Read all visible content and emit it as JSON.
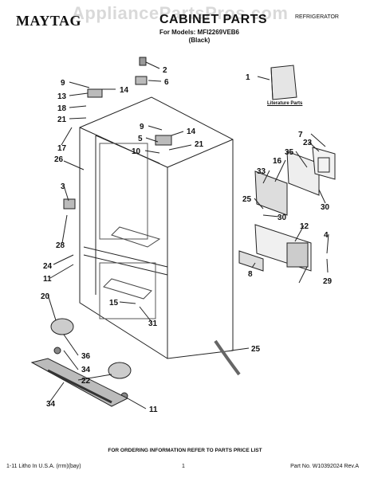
{
  "watermark": "AppliancePartsPros.com",
  "header": {
    "brand": "MAYTAG",
    "title": "CABINET PARTS",
    "models_line": "For Models: MFI2269VEB6",
    "color_line": "(Black)",
    "appliance": "REFRIGERATOR"
  },
  "literature_label": "Literature Parts",
  "footer": {
    "order_note": "FOR ORDERING INFORMATION REFER TO PARTS PRICE LIST",
    "left": "1-11 Litho In U.S.A. (rrm)(bay)",
    "page": "1",
    "part_no": "Part No. W10392024 Rev.A"
  },
  "callouts": [
    "1",
    "2",
    "6",
    "9",
    "14",
    "13",
    "18",
    "21",
    "17",
    "26",
    "9",
    "14",
    "5",
    "21",
    "10",
    "3",
    "28",
    "24",
    "11",
    "20",
    "36",
    "34",
    "22",
    "34",
    "11",
    "15",
    "31",
    "25",
    "7",
    "23",
    "35",
    "16",
    "33",
    "25",
    "30",
    "12",
    "4",
    "8",
    "29",
    "30"
  ],
  "colors": {
    "line": "#222222",
    "ink": "#111111"
  }
}
